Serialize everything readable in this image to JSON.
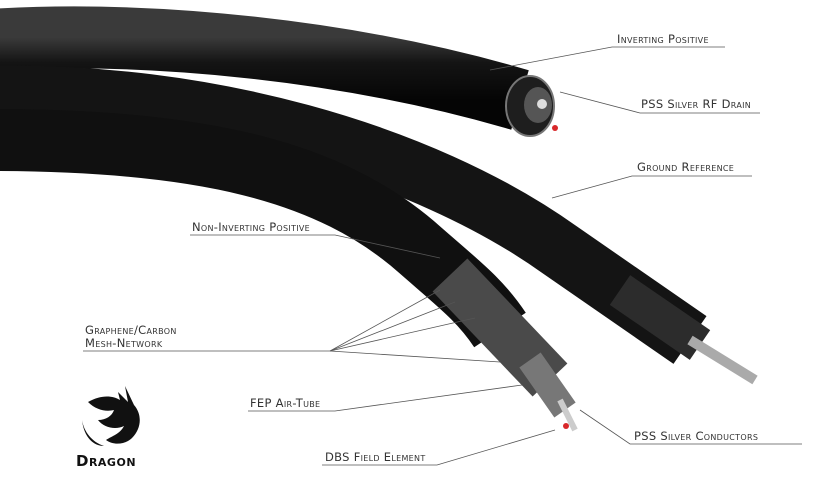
{
  "labels": {
    "inverting_positive": "Inverting Positive",
    "pss_silver_rf_drain": "PSS Silver RF Drain",
    "ground_reference": "Ground Reference",
    "non_inverting_positive": "Non-Inverting Positive",
    "graphene_line1": "Graphene/Carbon",
    "graphene_line2": "Mesh-Network",
    "fep_air_tube": "FEP Air-Tube",
    "dbs_field_element": "DBS Field Element",
    "pss_silver_conductors": "PSS Silver Conductors"
  },
  "logo": {
    "text": "Dragon",
    "icon": "dragon-head-icon"
  },
  "colors": {
    "cable": "#151515",
    "conductor_tip": "#d8282a",
    "text": "#333333"
  }
}
